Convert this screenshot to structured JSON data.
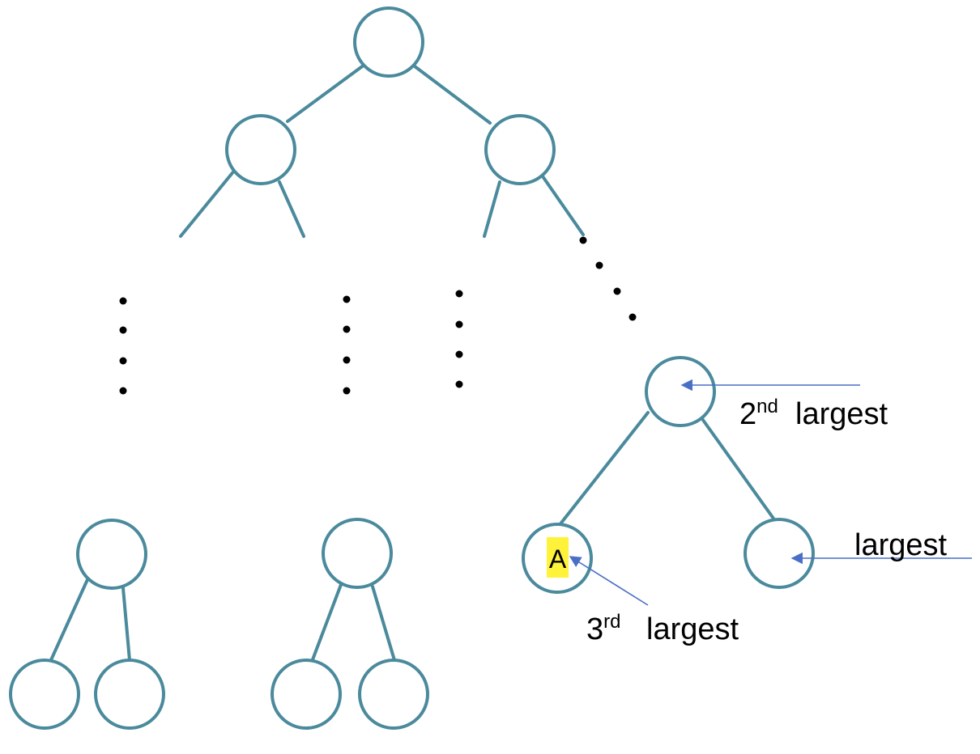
{
  "nodes": {
    "highlighted_letter": "A",
    "highlight_color": "#fff23a"
  },
  "annotations": {
    "second": {
      "ordinal": "2",
      "sup": "nd",
      "word": "largest"
    },
    "largest": {
      "word": "largest"
    },
    "third": {
      "ordinal": "3",
      "sup": "rd",
      "word": "largest"
    }
  },
  "colors": {
    "node_stroke": "#4a8a9c",
    "arrow": "#4a6fc6"
  }
}
